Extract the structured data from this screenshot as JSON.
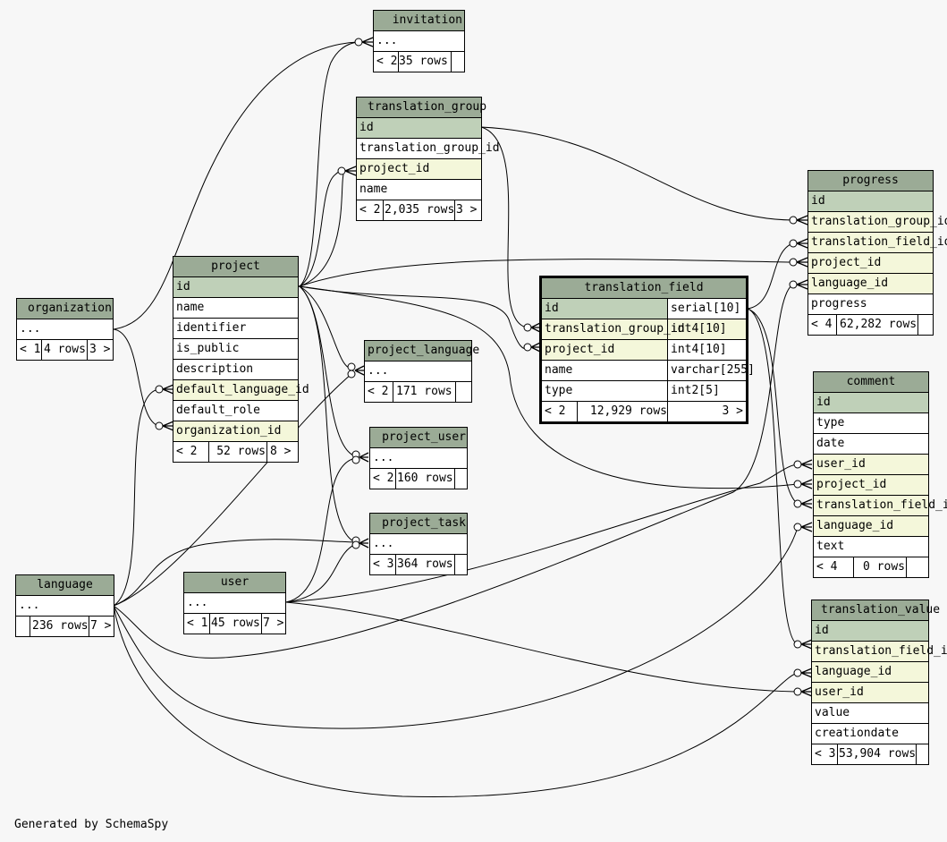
{
  "footer": "Generated by SchemaSpy",
  "tables": {
    "invitation": {
      "name": "invitation",
      "rows": [
        "..."
      ],
      "foot": [
        "< 2",
        "35 rows",
        ""
      ]
    },
    "translation_group": {
      "name": "translation_group",
      "rows": [
        "id",
        "translation_group_id",
        "project_id",
        "name"
      ],
      "foot": [
        "< 2",
        "2,035 rows",
        "3 >"
      ]
    },
    "progress": {
      "name": "progress",
      "rows": [
        "id",
        "translation_group_id",
        "translation_field_id",
        "project_id",
        "language_id",
        "progress"
      ],
      "foot": [
        "< 4",
        "62,282 rows",
        ""
      ]
    },
    "organization": {
      "name": "organization",
      "rows": [
        "..."
      ],
      "foot": [
        "< 1",
        "4 rows",
        "3 >"
      ]
    },
    "project": {
      "name": "project",
      "rows": [
        "id",
        "name",
        "identifier",
        "is_public",
        "description",
        "default_language_id",
        "default_role",
        "organization_id"
      ],
      "foot": [
        "< 2",
        "52 rows",
        "8 >"
      ]
    },
    "translation_field": {
      "name": "translation_field",
      "rows": [
        "id",
        "translation_group_id",
        "project_id",
        "name",
        "type"
      ],
      "types": [
        "serial[10]",
        "int4[10]",
        "int4[10]",
        "varchar[255]",
        "int2[5]"
      ],
      "foot": [
        "< 2",
        "12,929 rows",
        "3 >"
      ]
    },
    "project_language": {
      "name": "project_language",
      "rows": [
        "..."
      ],
      "foot": [
        "< 2",
        "171 rows",
        ""
      ]
    },
    "project_user": {
      "name": "project_user",
      "rows": [
        "..."
      ],
      "foot": [
        "< 2",
        "160 rows",
        ""
      ]
    },
    "project_task": {
      "name": "project_task",
      "rows": [
        "..."
      ],
      "foot": [
        "< 3",
        "364 rows",
        ""
      ]
    },
    "comment": {
      "name": "comment",
      "rows": [
        "id",
        "type",
        "date",
        "user_id",
        "project_id",
        "translation_field_id",
        "language_id",
        "text"
      ],
      "foot": [
        "< 4",
        "0 rows",
        ""
      ]
    },
    "language": {
      "name": "language",
      "rows": [
        "..."
      ],
      "foot": [
        "",
        "236 rows",
        "7 >"
      ]
    },
    "user": {
      "name": "user",
      "rows": [
        "..."
      ],
      "foot": [
        "< 1",
        "45 rows",
        "7 >"
      ]
    },
    "translation_value": {
      "name": "translation_value",
      "rows": [
        "id",
        "translation_field_id",
        "language_id",
        "user_id",
        "value",
        "creationdate"
      ],
      "foot": [
        "< 3",
        "53,904 rows",
        ""
      ]
    }
  },
  "relationships": [
    {
      "from": "organization",
      "to": "invitation"
    },
    {
      "from": "organization",
      "to": "project.organization_id"
    },
    {
      "from": "project",
      "to": "invitation"
    },
    {
      "from": "project",
      "to": "translation_group.project_id"
    },
    {
      "from": "project",
      "to": "project_language"
    },
    {
      "from": "project",
      "to": "project_user"
    },
    {
      "from": "project",
      "to": "project_task"
    },
    {
      "from": "project",
      "to": "progress.project_id"
    },
    {
      "from": "project",
      "to": "translation_field.project_id"
    },
    {
      "from": "project",
      "to": "comment.project_id"
    },
    {
      "from": "translation_group",
      "to": "progress.translation_group_id"
    },
    {
      "from": "translation_group",
      "to": "translation_field.translation_group_id"
    },
    {
      "from": "translation_field",
      "to": "progress.translation_field_id"
    },
    {
      "from": "translation_field",
      "to": "comment.translation_field_id"
    },
    {
      "from": "translation_field",
      "to": "translation_value.translation_field_id"
    },
    {
      "from": "language",
      "to": "project.default_language_id"
    },
    {
      "from": "language",
      "to": "project_language"
    },
    {
      "from": "language",
      "to": "project_task"
    },
    {
      "from": "language",
      "to": "progress.language_id"
    },
    {
      "from": "language",
      "to": "comment.language_id"
    },
    {
      "from": "language",
      "to": "translation_value.language_id"
    },
    {
      "from": "user",
      "to": "project_user"
    },
    {
      "from": "user",
      "to": "project_task"
    },
    {
      "from": "user",
      "to": "comment.user_id"
    },
    {
      "from": "user",
      "to": "translation_value.user_id"
    }
  ]
}
